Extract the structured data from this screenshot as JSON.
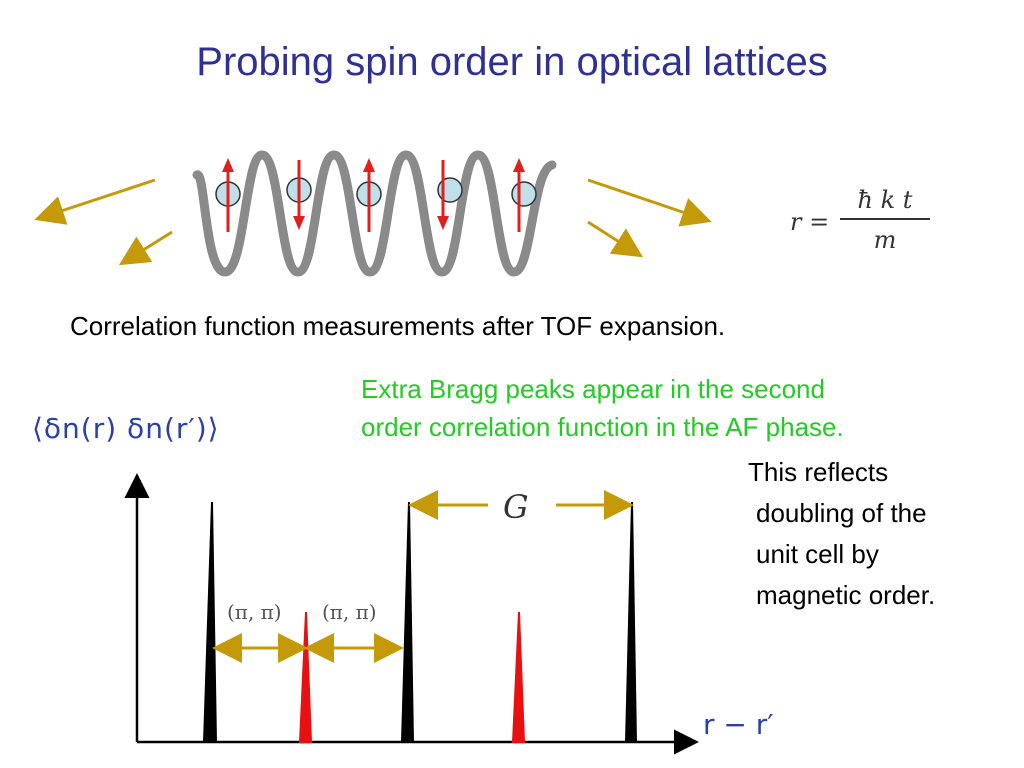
{
  "slide": {
    "title": "Probing spin order in optical lattices",
    "caption": "Correlation function measurements after TOF expansion.",
    "green_note": [
      "Extra Bragg peaks appear in the second",
      "order correlation function in the AF phase."
    ],
    "note_lines": [
      "This reflects",
      "doubling of the",
      "unit cell by",
      "magnetic order."
    ],
    "formula": {
      "lhs": "r =",
      "numerator": "ħ k t",
      "denominator": "m"
    },
    "y_axis_label": "⟨δn(r) δn(r′)⟩",
    "x_axis_label": "r − r′",
    "period_label": "G",
    "pi_labels": [
      "(π, π)",
      "(π, π)"
    ],
    "spins": [
      "up",
      "down",
      "up",
      "down",
      "up"
    ],
    "colors": {
      "title": "#2e3192",
      "green_text": "#22cc22",
      "arrows": "#c49a0a",
      "spin": "#e02020",
      "atom": "#bfe0e8",
      "lattice": "#8a8a8a",
      "red_peak": "#e81010",
      "black_peak": "#000000"
    }
  }
}
